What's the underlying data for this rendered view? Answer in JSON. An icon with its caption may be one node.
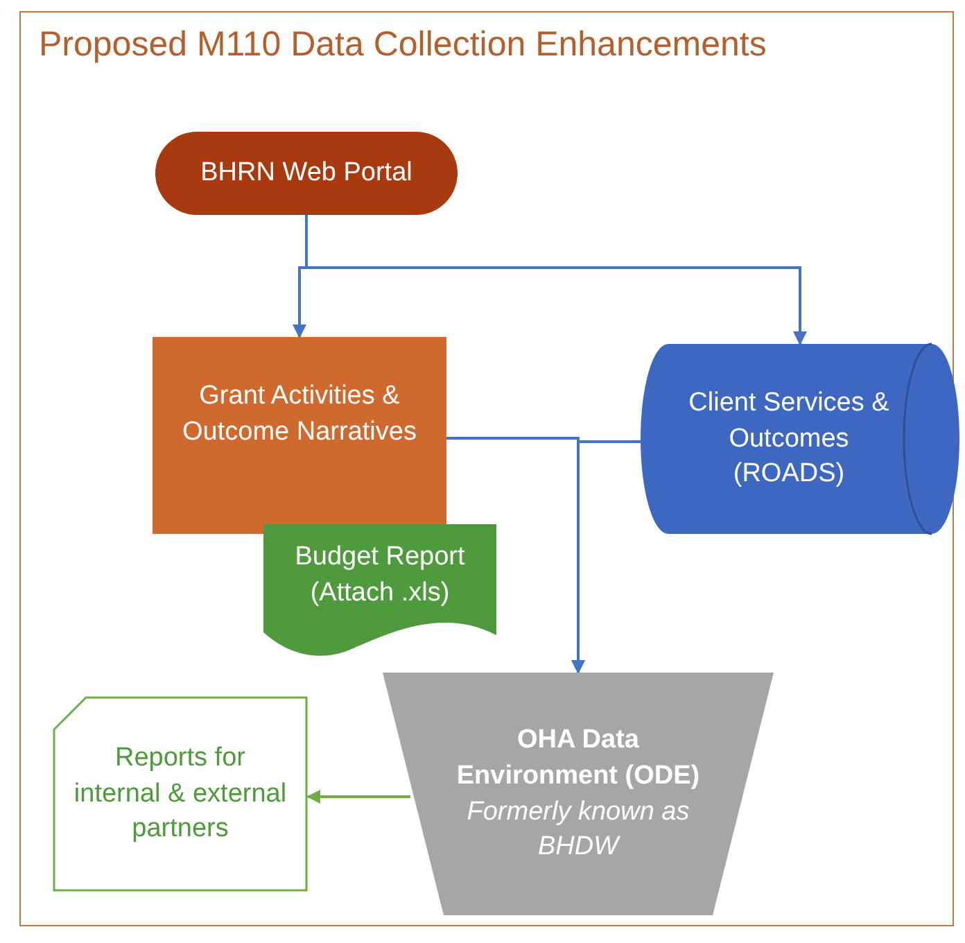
{
  "diagram": {
    "title": "Proposed M110 Data Collection Enhancements",
    "nodes": [
      {
        "text": [
          "BHRN Web Portal"
        ]
      },
      {
        "text": [
          "Grant Activities & Outcome Narratives"
        ]
      },
      {
        "text": [
          "Client Services & Outcomes (ROADS)"
        ]
      },
      {
        "text": [
          "Budget Report (Attach .xls)"
        ]
      },
      {
        "text": [
          "OHA Data Environment (ODE)",
          "Formerly known as BHDW"
        ]
      },
      {
        "text": [
          "Reports for internal & external partners"
        ]
      }
    ],
    "edges": [
      {
        "from": 0,
        "to": 1,
        "arrow": "to"
      },
      {
        "from": 0,
        "to": 2,
        "arrow": "to"
      },
      {
        "from": 1,
        "to": 4,
        "arrow": "to"
      },
      {
        "from": 2,
        "to": 4,
        "arrow": "to"
      },
      {
        "from": 4,
        "to": 5,
        "arrow": "to",
        "color": "#70ad47"
      }
    ]
  }
}
